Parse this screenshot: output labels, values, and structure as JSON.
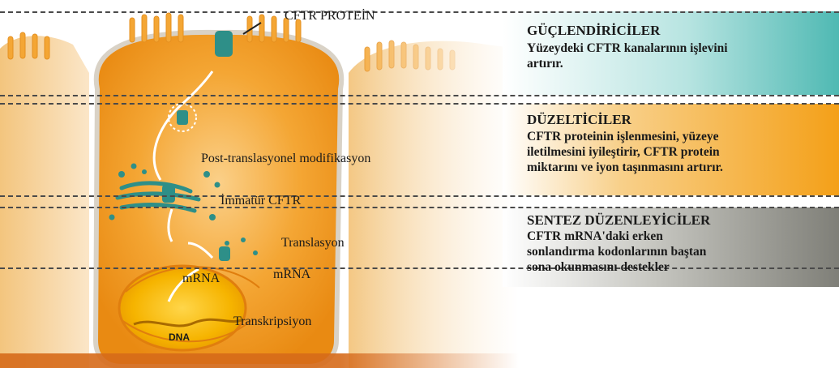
{
  "diagram": {
    "labels": {
      "cftr_protein": "CFTR PROTEİN",
      "post_translational": "Post-translasyonel modifikasyon",
      "immature_cftr": "İmmatür CFTR",
      "translation": "Translasyon",
      "mrna_nucleus": "mRNA",
      "mrna_cytoplasm": "mRNA",
      "transcription": "Transkripsiyon",
      "dna": "DNA"
    },
    "colors": {
      "cell_orange": "#f29a1c",
      "protein_teal": "#2e8f88",
      "nucleus_yellow": "#f6b400",
      "potentiator_teal": "#5cc2bd",
      "corrector_orange": "#f4a018",
      "synthesis_gray": "#8b8b84"
    }
  },
  "boxes": [
    {
      "title": "GÜÇLENDİRİCİLER",
      "lines": [
        "Yüzeydeki CFTR kanalarının işlevini",
        "artırır."
      ]
    },
    {
      "title": "DÜZELTİCİLER",
      "lines": [
        "CFTR proteinin işlenmesini, yüzeye",
        "iletilmesini iyileştirir, CFTR protein",
        "miktarını ve iyon taşınmasını artırır."
      ]
    },
    {
      "title": "SENTEZ DÜZENLEYİCİLER",
      "lines": [
        "CFTR mRNA'daki erken",
        "sonlandırma kodonlarının baştan",
        "sona okunmasını destekler"
      ]
    }
  ]
}
